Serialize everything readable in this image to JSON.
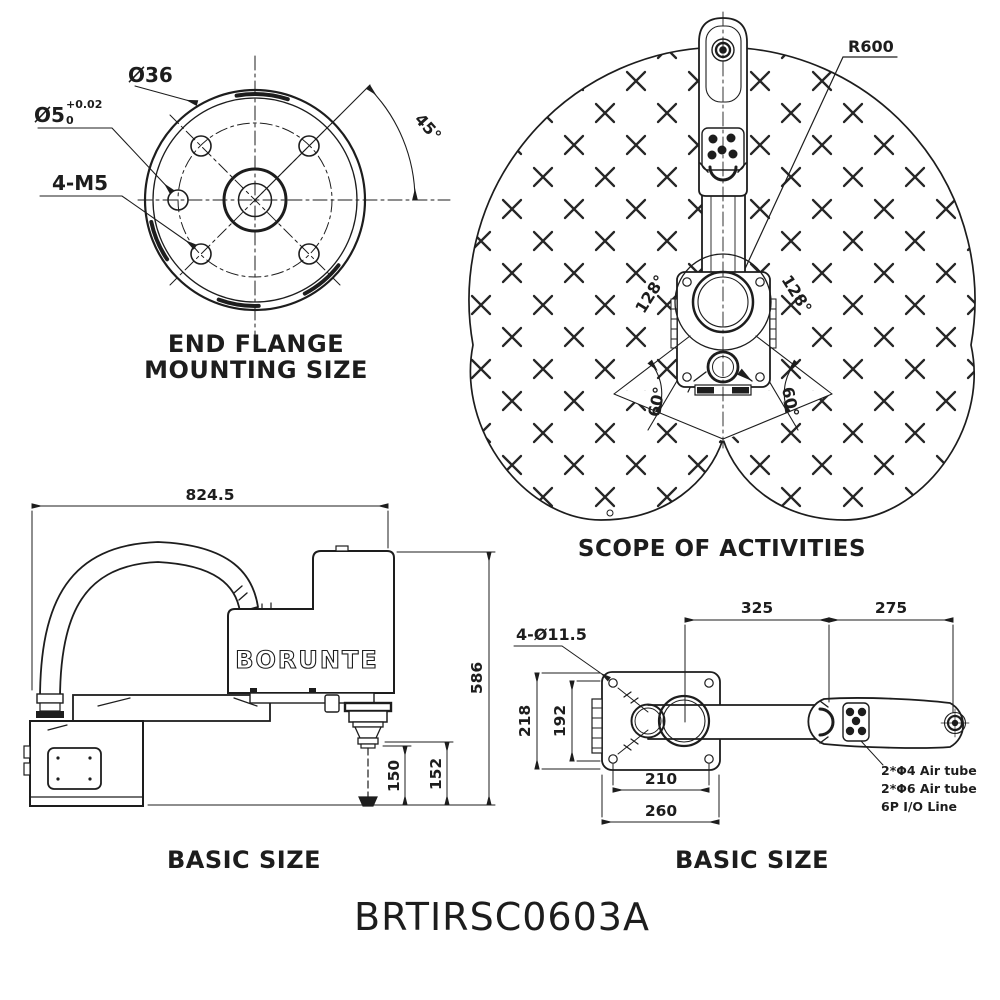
{
  "title": "BRTIRSC0603A",
  "flange": {
    "caption_line1": "END FLANGE",
    "caption_line2": "MOUNTING SIZE",
    "dim_outer": "Ø36",
    "dim_hole": "Ø5",
    "tol_upper": "+0.02",
    "tol_lower": "0",
    "dim_thread": "4-M5",
    "dim_angle": "45°"
  },
  "scope": {
    "caption": "SCOPE OF ACTIVITIES",
    "radius": "R600",
    "angle_left": "128°",
    "angle_right": "128°",
    "angle_bottom_left": "60°",
    "angle_bottom_right": "60°"
  },
  "side_view": {
    "caption": "BASIC SIZE",
    "brand": "BORUNTE",
    "dim_width": "824.5",
    "dim_height": "586",
    "dim_stroke": "150",
    "dim_stroke_total": "152"
  },
  "top_view": {
    "caption": "BASIC SIZE",
    "dim_arm1": "325",
    "dim_arm2": "275",
    "dim_holes": "4-Ø11.5",
    "dim_base_h": "218",
    "dim_inner_h": "192",
    "dim_inner_w": "210",
    "dim_base_w": "260",
    "note_air4": "2*Φ4 Air tube",
    "note_air6": "2*Φ6 Air tube",
    "note_io": "6P I/O Line"
  }
}
